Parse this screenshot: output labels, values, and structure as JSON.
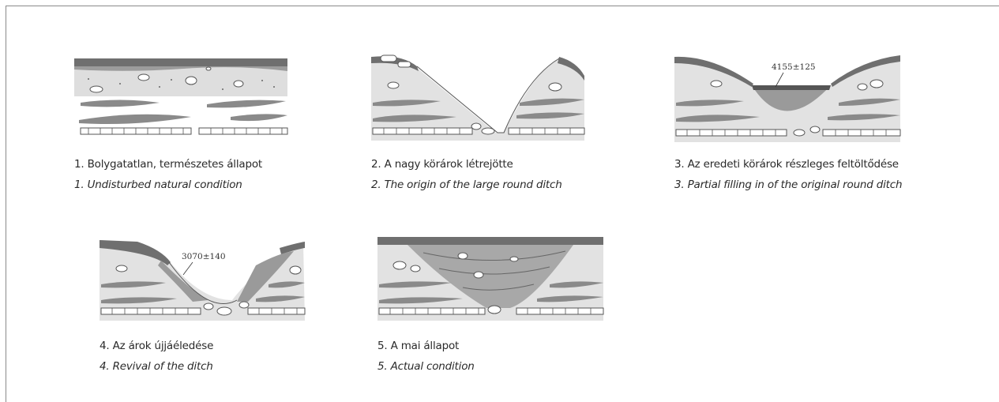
{
  "panels": [
    {
      "id": "p1",
      "caption_hu": "1. Bolygatatlan, természetes állapot",
      "caption_en": "1. Undisturbed natural condition"
    },
    {
      "id": "p2",
      "caption_hu": "2. A nagy körárok létrejötte",
      "caption_en": "2. The origin of the large round ditch"
    },
    {
      "id": "p3",
      "caption_hu": "3. Az eredeti körárok részleges feltöltődése",
      "caption_en": "3. Partial filling in of the original round ditch",
      "date_label": "4155±125"
    },
    {
      "id": "p4",
      "caption_hu": "4. Az árok újjáéledése",
      "caption_en": "4. Revival of the ditch",
      "date_label": "3070±140"
    },
    {
      "id": "p5",
      "caption_hu": "5. A mai állapot",
      "caption_en": "5. Actual condition"
    }
  ],
  "colors": {
    "soil_dark": "#777777",
    "soil_light": "#d6d6d6",
    "fill_grey": "#9a9a9a",
    "line": "#555555"
  }
}
